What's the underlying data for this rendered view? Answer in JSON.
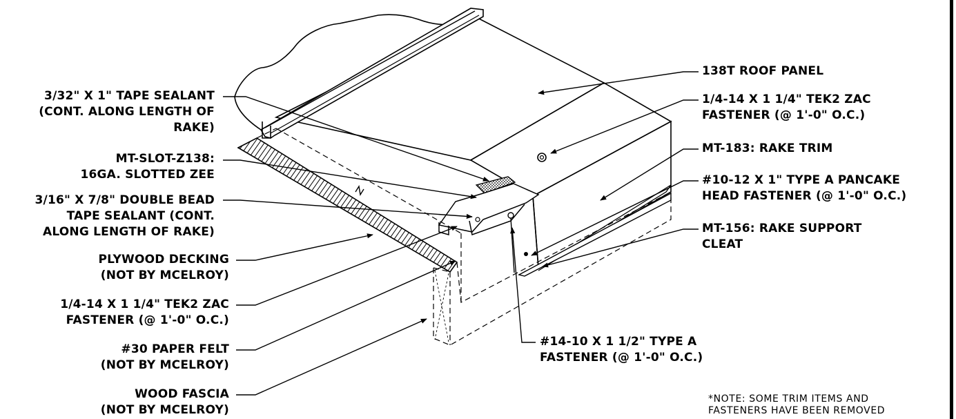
{
  "callouts": {
    "tape_sealant": [
      "3/32\" X 1\" TAPE SEALANT",
      "(CONT. ALONG LENGTH OF",
      "RAKE)"
    ],
    "slotted_zee": [
      "MT-SLOT-Z138:",
      "16GA. SLOTTED ZEE"
    ],
    "double_bead": [
      "3/16\" X 7/8\" DOUBLE BEAD",
      "TAPE SEALANT (CONT.",
      "ALONG LENGTH OF RAKE)"
    ],
    "plywood": [
      "PLYWOOD DECKING",
      "(NOT BY MCELROY)"
    ],
    "tek2_left": [
      "1/4-14 X 1 1/4\" TEK2 ZAC",
      "FASTENER (@ 1'-0\" O.C.)"
    ],
    "paper_felt": [
      "#30 PAPER FELT",
      "(NOT BY MCELROY)"
    ],
    "wood_fascia": [
      "WOOD FASCIA",
      "(NOT BY MCELROY)"
    ],
    "roof_panel": [
      "138T ROOF PANEL"
    ],
    "tek2_right": [
      "1/4-14 X 1 1/4\" TEK2 ZAC",
      "FASTENER (@ 1'-0\" O.C.)"
    ],
    "rake_trim": [
      "MT-183: RAKE TRIM"
    ],
    "pancake": [
      "#10-12 X 1\" TYPE A PANCAKE",
      "HEAD  FASTENER (@ 1'-0\" O.C.)"
    ],
    "support_cleat": [
      "MT-156: RAKE SUPPORT",
      "CLEAT"
    ],
    "type_a": [
      "#14-10 X 1 1/2\" TYPE A",
      "FASTENER (@ 1'-0\" O.C.)"
    ]
  },
  "note": [
    "*NOTE:  SOME  TRIM  ITEMS  AND",
    "FASTENERS  HAVE  BEEN  REMOVED"
  ]
}
